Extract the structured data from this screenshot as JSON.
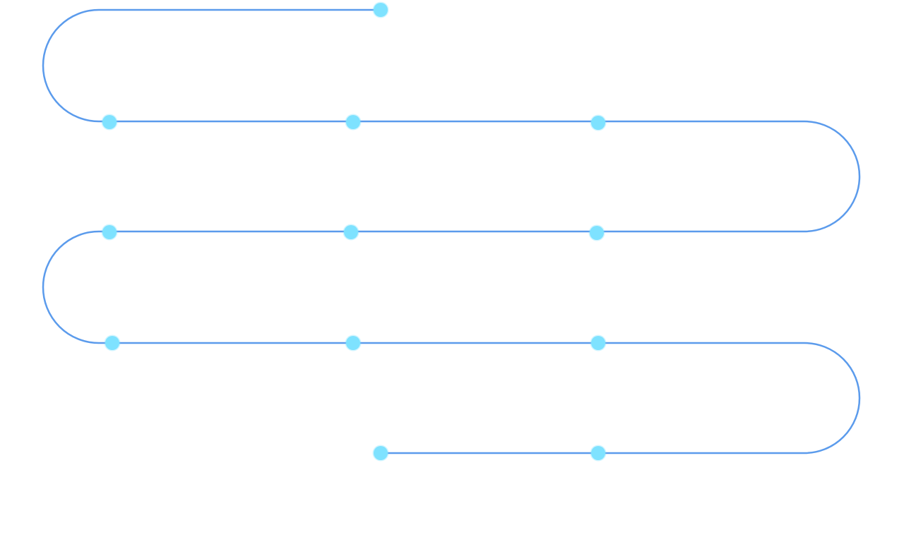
{
  "colors": {
    "track": "#5b9bec",
    "node": "#7ee2ff",
    "background": "#ffffff"
  },
  "timeline": {
    "rows": 5,
    "nodes_per_row": [
      1,
      3,
      3,
      3,
      2
    ],
    "node_count": 12
  }
}
